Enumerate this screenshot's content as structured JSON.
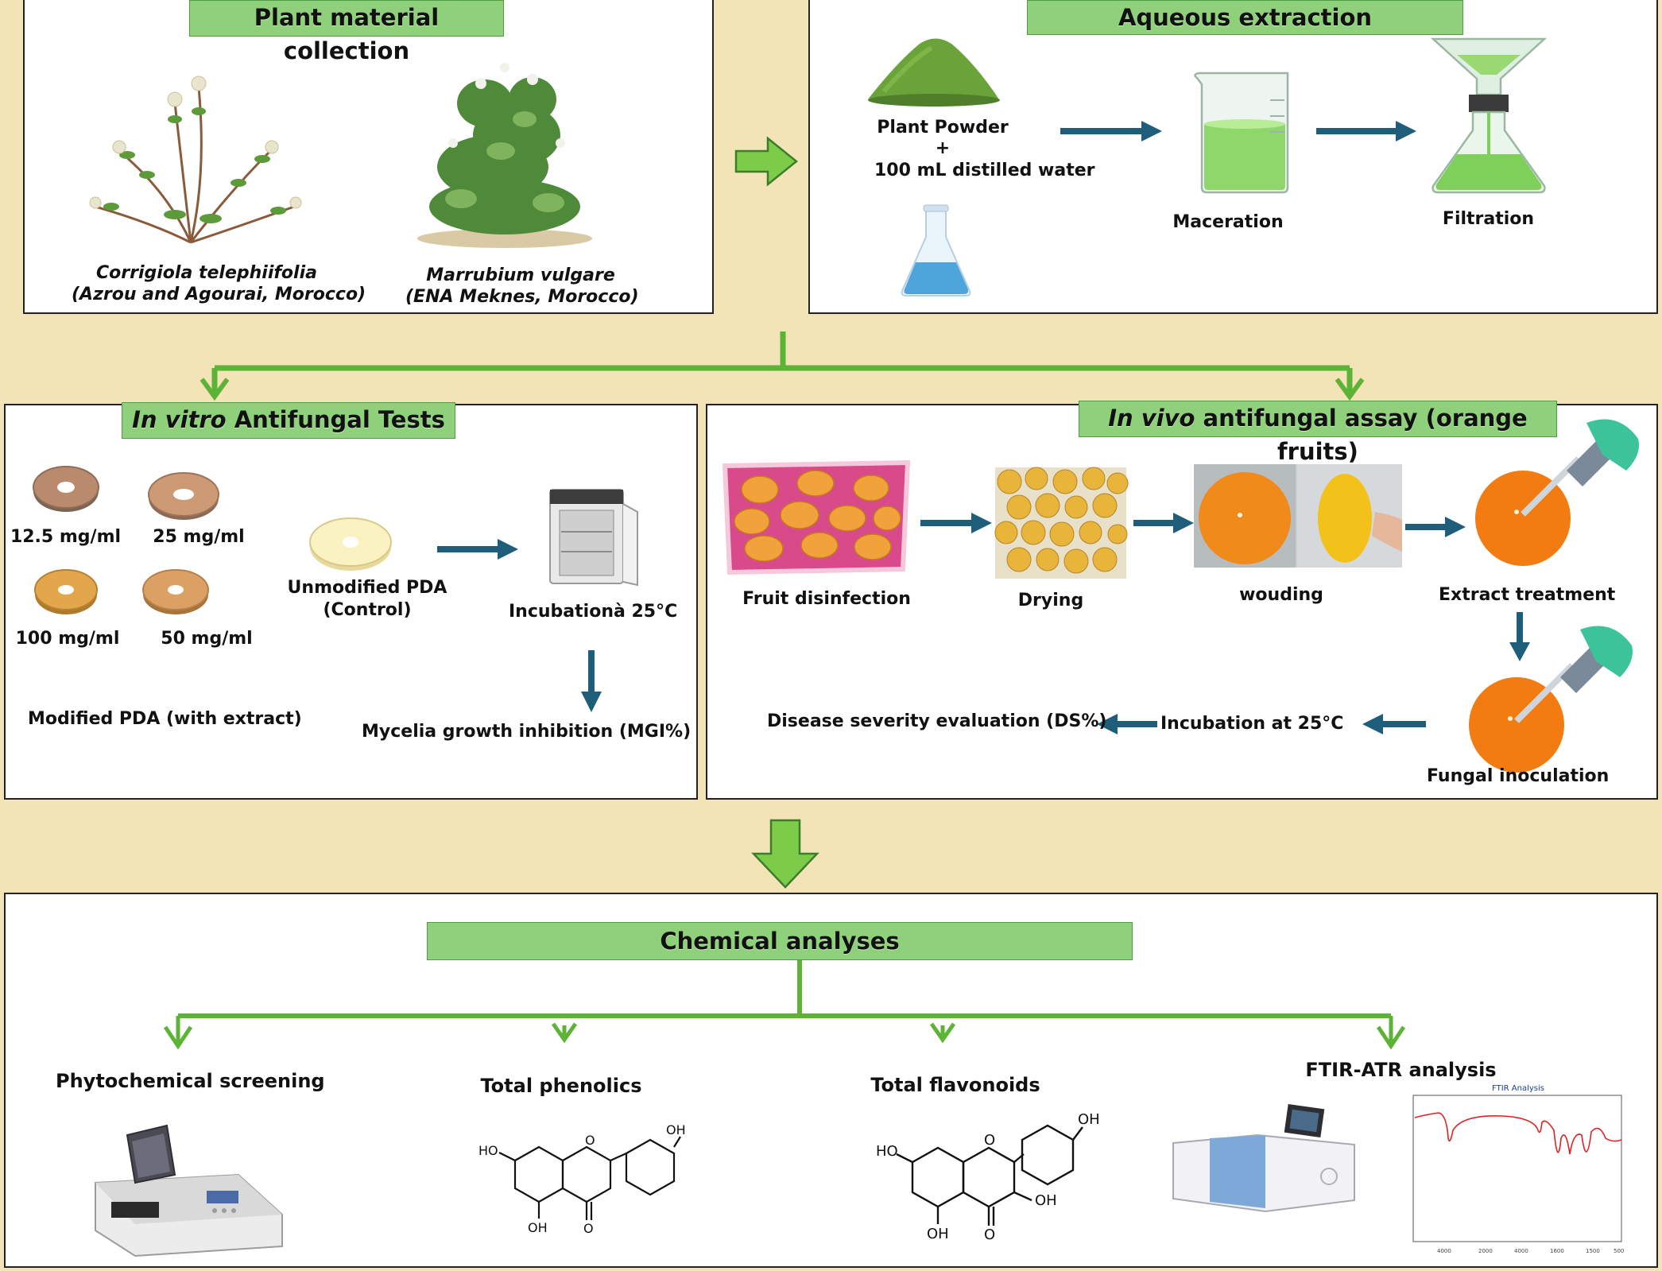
{
  "plant": {
    "header": "Plant material collection",
    "species1_name": "Corrigiola telephiifolia",
    "species1_origin": "(Azrou and Agourai, Morocco)",
    "species2_name": "Marrubium vulgare",
    "species2_origin": "(ENA Meknes, Morocco)"
  },
  "aqueous": {
    "header": "Aqueous extraction",
    "powder": "Plant Powder",
    "plus": "+",
    "water": "100 mL distilled water",
    "maceration": "Maceration",
    "filtration": "Filtration"
  },
  "invitro": {
    "header_italic": "In vitro",
    "header_rest": " Antifungal Tests",
    "conc1": "12.5 mg/ml",
    "conc2": "25 mg/ml",
    "conc3": "100 mg/ml",
    "conc4": "50 mg/ml",
    "control_line1": "Unmodified PDA",
    "control_line2": "(Control)",
    "incubation": "Incubationà 25°C",
    "modified": "Modified PDA (with extract)",
    "mgi": "Mycelia growth inhibition (MGI%)"
  },
  "invivo": {
    "header_italic": "In vivo",
    "header_rest": " antifungal assay (orange fruits)",
    "disinfection": "Fruit disinfection",
    "drying": "Drying",
    "wounding": "wouding",
    "treatment": "Extract treatment",
    "inoculation": "Fungal inoculation",
    "incubation": "Incubation at 25°C",
    "severity": "Disease severity evaluation (DS%)"
  },
  "chemical": {
    "header": "Chemical analyses",
    "screening": "Phytochemical screening",
    "phenolics": "Total phenolics",
    "flavonoids": "Total flavonoids",
    "ftir": "FTIR-ATR analysis",
    "ftir_plot_title": "FTIR Analysis"
  },
  "colors": {
    "green_arrow": "#5cb335",
    "blue_arrow": "#1f5e7a",
    "header_fill": "#8fd07a",
    "background": "#f3e4b8"
  }
}
